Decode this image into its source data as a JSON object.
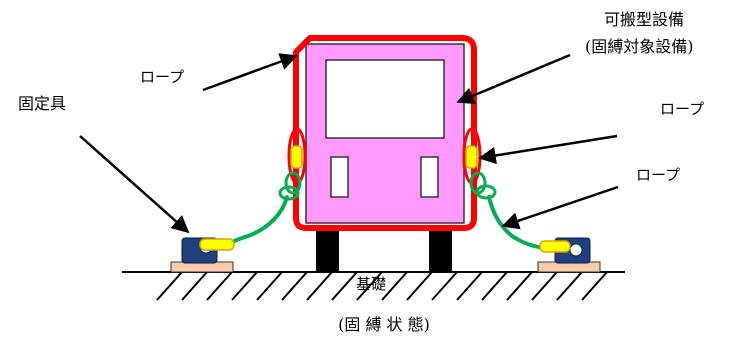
{
  "labels": {
    "equipment_line1": "可搬型設備",
    "equipment_line2": "(固縛対象設備)",
    "rope_top_left": "ロープ",
    "rope_right_upper": "ロープ",
    "rope_right_lower": "ロープ",
    "fixture": "固定具",
    "foundation": "基礎",
    "caption": "(固 縛 状 態)"
  },
  "colors": {
    "equipment_body": "#ff99ff",
    "rope_frame": "#ff0000",
    "rope_green": "#00b050",
    "hook_yellow": "#ffff00",
    "fixture_blue": "#1f3f7f",
    "base_plate": "#f8cbad",
    "leg_black": "#000000"
  }
}
